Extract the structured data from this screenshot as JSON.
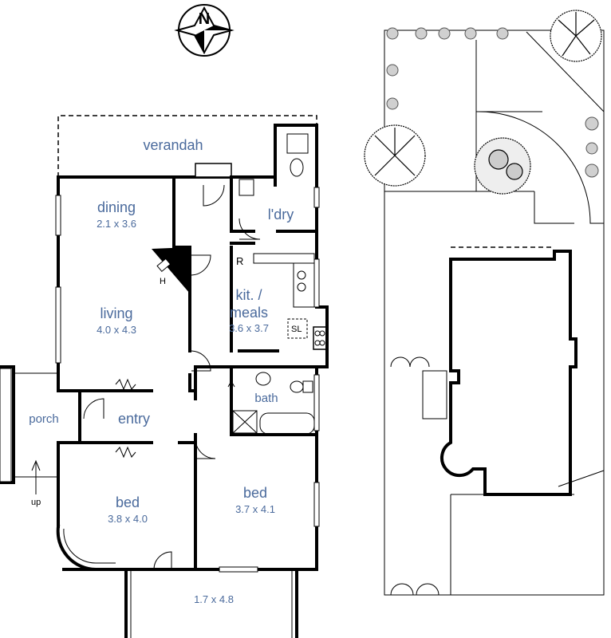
{
  "compass": {
    "letter": "N"
  },
  "floorplan": {
    "rooms": [
      {
        "id": "verandah",
        "name": "verandah"
      },
      {
        "id": "dining",
        "name": "dining",
        "dims": "2.1 x 3.6"
      },
      {
        "id": "laundry",
        "name": "l'dry"
      },
      {
        "id": "living",
        "name": "living",
        "dims": "4.0 x 4.3"
      },
      {
        "id": "kitchen",
        "name_line1": "kit. /",
        "name_line2": "meals",
        "dims": "3.6 x 3.7"
      },
      {
        "id": "porch",
        "name": "porch"
      },
      {
        "id": "entry",
        "name": "entry"
      },
      {
        "id": "bath",
        "name": "bath"
      },
      {
        "id": "bed1",
        "name": "bed",
        "dims": "3.8 x 4.0"
      },
      {
        "id": "bed2",
        "name": "bed",
        "dims": "3.7 x 4.1"
      },
      {
        "id": "balcony",
        "dims": "1.7 x 4.8"
      }
    ],
    "markers": {
      "heater": "H",
      "refrigerator": "R",
      "skylight": "SL",
      "stair_up": "up"
    }
  },
  "colors": {
    "label": "#4a6a9c",
    "wall": "#000000"
  }
}
